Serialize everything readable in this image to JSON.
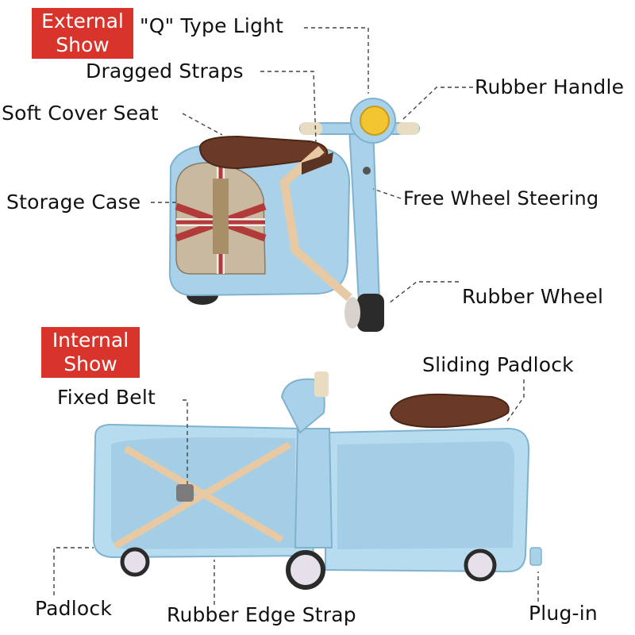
{
  "badges": {
    "external": [
      "External",
      "Show"
    ],
    "internal": [
      "Internal",
      "Show"
    ]
  },
  "labels": {
    "q_light": "\"Q\" Type Light",
    "dragged_straps": "Dragged Straps",
    "rubber_handle": "Rubber Handle",
    "soft_cover_seat": "Soft Cover Seat",
    "storage_case": "Storage Case",
    "free_wheel_steering": "Free Wheel Steering",
    "rubber_wheel": "Rubber Wheel",
    "sliding_padlock": "Sliding Padlock",
    "fixed_belt": "Fixed Belt",
    "padlock": "Padlock",
    "rubber_edge_strap": "Rubber Edge Strap",
    "plug_in": "Plug-in"
  },
  "colors": {
    "badge_red": "#d9342b",
    "shell_blue": "#a9d2ea",
    "seat_brown": "#6b3a26",
    "strap_beige": "#e7c9a3"
  }
}
